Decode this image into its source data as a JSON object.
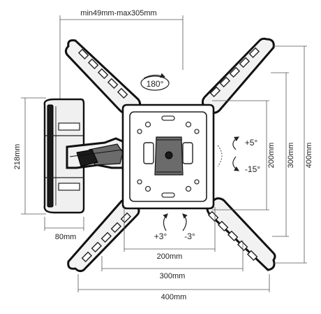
{
  "dimensions": {
    "arm_span": "min49mm-max305mm",
    "wall_plate_height": "218mm",
    "wall_plate_width": "80mm",
    "vesa_h_200": "200mm",
    "vesa_h_300": "300mm",
    "vesa_h_400": "400mm",
    "vesa_v_200": "200mm",
    "vesa_v_300": "300mm",
    "vesa_v_400": "400mm"
  },
  "rotation": {
    "swivel": "180°"
  },
  "tilt": {
    "up": "+5°",
    "down": "-15°"
  },
  "level": {
    "plus": "+3°",
    "minus": "-3°"
  }
}
